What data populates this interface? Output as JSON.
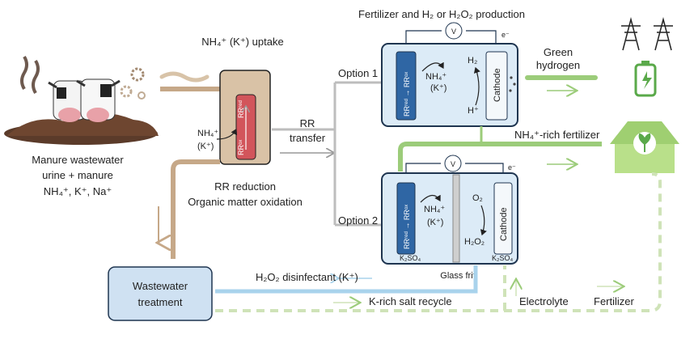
{
  "title": "Fertilizer and H₂ or H₂O₂ production",
  "source": {
    "line1": "Manure wastewater",
    "line2": "urine + manure",
    "line3": "NH₄⁺, K⁺, Na⁺"
  },
  "uptake": {
    "label": "NH₄⁺ (K⁺) uptake",
    "reactor_ion": "NH₄⁺",
    "reactor_ion2": "(K⁺)",
    "rr_ox": "RRᵒˣ",
    "rr_red": "RRʳᵉᵈ",
    "caption1": "RR reduction",
    "caption2": "Organic matter oxidation"
  },
  "transfer": {
    "line1": "RR",
    "line2": "transfer"
  },
  "option1": {
    "label": "Option 1",
    "voltmeter": "V",
    "electron": "e⁻",
    "electrode": "RRʳᵉᵈ → RRᵒˣ",
    "ion": "NH₄⁺",
    "ion2": "(K⁺)",
    "cathode": "Cathode",
    "h2": "H₂",
    "hplus": "H⁺"
  },
  "option2": {
    "label": "Option 2",
    "voltmeter": "V",
    "electron": "e⁻",
    "electrode": "RRʳᵉᵈ → RRᵒˣ",
    "ion": "NH₄⁺",
    "ion2": "(K⁺)",
    "cathode": "Cathode",
    "o2": "O₂",
    "h2o2": "H₂O₂",
    "salt_left": "K₂SO₄",
    "salt_right": "K₂SO₄",
    "frit": "Glass frit"
  },
  "outputs": {
    "green_hydrogen_1": "Green",
    "green_hydrogen_2": "hydrogen",
    "fertilizer_rich": "NH₄⁺-rich fertilizer",
    "electrolyte": "Electrolyte",
    "fertilizer": "Fertilizer"
  },
  "treatment": {
    "line1": "Wastewater",
    "line2": "treatment",
    "disinfectant": "H₂O₂ disinfectant (K⁺)",
    "salt_recycle": "K-rich salt recycle"
  },
  "colors": {
    "cell_fill": "#dcebf7",
    "cell_stroke": "#1f3550",
    "anode_blue": "#2f66a4",
    "reactor_red": "#d2555b",
    "reactor_body": "#d9c2a6",
    "manure_brown": "#c6a888",
    "green_flow": "#9ccc7a",
    "green_dark": "#5aa94a",
    "treatment_fill": "#cfe1f2",
    "disinfect_line": "#a9d3ec"
  }
}
